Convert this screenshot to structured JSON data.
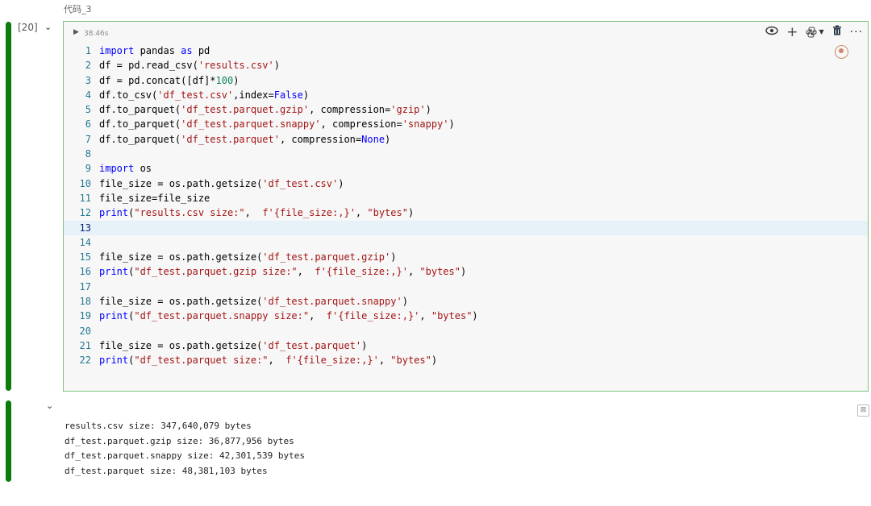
{
  "cell": {
    "title": "代码_3",
    "execution_count": "[20]",
    "run_time": "38.46s",
    "icons": {
      "run": "▶",
      "collapse": "chevron-down-icon",
      "toolbar": [
        "eye-icon",
        "plus-icon",
        "python-icon",
        "dropdown-icon",
        "trash-icon",
        "more-icon"
      ]
    },
    "code_lines": [
      "import pandas as pd",
      "df = pd.read_csv('results.csv')",
      "df = pd.concat([df]*100)",
      "df.to_csv('df_test.csv',index=False)",
      "df.to_parquet('df_test.parquet.gzip', compression='gzip')",
      "df.to_parquet('df_test.parquet.snappy', compression='snappy')",
      "df.to_parquet('df_test.parquet', compression=None)",
      "",
      "import os",
      "file_size = os.path.getsize('df_test.csv')",
      "file_size=file_size",
      "print(\"results.csv size:\",  f'{file_size:,}', \"bytes\")",
      "",
      "",
      "file_size = os.path.getsize('df_test.parquet.gzip')",
      "print(\"df_test.parquet.gzip size:\",  f'{file_size:,}', \"bytes\")",
      "",
      "file_size = os.path.getsize('df_test.parquet.snappy')",
      "print(\"df_test.parquet.snappy size:\",  f'{file_size:,}', \"bytes\")",
      "",
      "file_size = os.path.getsize('df_test.parquet')",
      "print(\"df_test.parquet size:\",  f'{file_size:,}', \"bytes\")"
    ],
    "active_line": 13
  },
  "output": {
    "lines": [
      "results.csv size: 347,640,079 bytes",
      "df_test.parquet.gzip size: 36,877,956 bytes",
      "df_test.parquet.snappy size: 42,301,539 bytes",
      "df_test.parquet size: 48,381,103 bytes"
    ],
    "clear_icon": "⊠"
  },
  "colors": {
    "exec_bar": "#0a7d0a",
    "cell_border": "#7ec47e",
    "keyword": "#0000ff",
    "string": "#a31515",
    "number": "#098658",
    "line_number": "#237893"
  }
}
